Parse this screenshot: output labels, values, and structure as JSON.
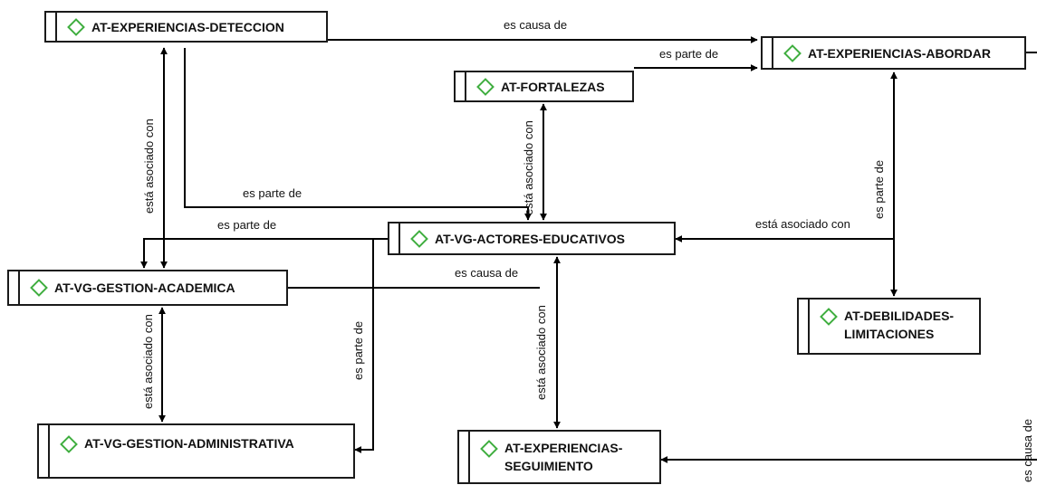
{
  "nodes": {
    "detec": "AT-EXPERIENCIAS-DETECCION",
    "abordar": "AT-EXPERIENCIAS-ABORDAR",
    "fortalezas": "AT-FORTALEZAS",
    "actores": "AT-VG-ACTORES-EDUCATIVOS",
    "academica": "AT-VG-GESTION-ACADEMICA",
    "debilidades": "AT-DEBILIDADES-\nLIMITACIONES",
    "administrativa": "AT-VG-GESTION-ADMINISTRATIVA",
    "seguimiento": "AT-EXPERIENCIAS-\nSEGUIMIENTO"
  },
  "edges": {
    "detec_abordar": "es causa de",
    "fort_abordar": "es parte de",
    "detec_academica": "está asociado con",
    "fort_actores": "está asociado con",
    "detec_actores": "es parte de",
    "actores_academica": "es parte de",
    "abordar_actores": "está asociado con",
    "abordar_debilidades": "es parte de",
    "academica_actores": "es causa de",
    "actores_seguimiento": "está asociado con",
    "academica_administrativa": "está asociado con",
    "actores_administrativa": "es parte de",
    "edge_right_seguimiento": "es causa de"
  },
  "colors": {
    "node_border": "#1a1a1a",
    "icon_diamond": "#3fae3f",
    "edge_line": "#000000"
  },
  "icons": {
    "node_icon": "diamond-icon"
  }
}
